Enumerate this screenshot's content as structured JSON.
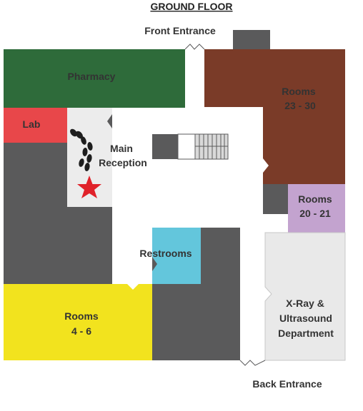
{
  "title": "GROUND FLOOR",
  "entrances": {
    "front": "Front Entrance",
    "back": "Back Entrance"
  },
  "rooms": {
    "pharmacy": {
      "label": "Pharmacy",
      "color": "#2e6b3a"
    },
    "lab": {
      "label": "Lab",
      "color": "#e8474a"
    },
    "main_reception": {
      "line1": "Main",
      "line2": "Reception",
      "color": "#ececec"
    },
    "rooms_23_30": {
      "line1": "Rooms",
      "line2": "23 - 30",
      "color": "#7a3b28"
    },
    "rooms_20_21": {
      "line1": "Rooms",
      "line2": "20 - 21",
      "color": "#c3a3cf"
    },
    "restrooms": {
      "label": "Restrooms",
      "color": "#63c6dc"
    },
    "rooms_4_6": {
      "line1": "Rooms",
      "line2": "4 - 6",
      "color": "#f2e31e"
    },
    "xray": {
      "line1": "X-Ray &",
      "line2": "Ultrasound",
      "line3": "Department",
      "color": "#e9e9e9"
    }
  },
  "colors": {
    "wall_dark": "#5a5a5b",
    "hallway": "#ffffff",
    "outline": "#c8c8c8",
    "star": "#e0222a",
    "text": "#333333"
  },
  "icons": [
    "footprints-icon",
    "star-icon",
    "stairs-icon"
  ]
}
